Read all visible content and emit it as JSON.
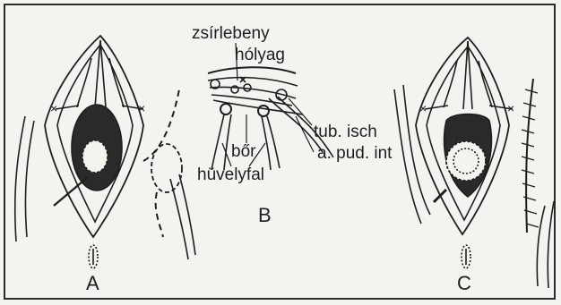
{
  "panels": {
    "a": "A",
    "b": "B",
    "c": "C"
  },
  "labels": {
    "fat_lobe": "zsírlebeny",
    "bladder": "hólyag",
    "skin": "bőr",
    "vaginal_wall": "hüvelyfal",
    "tub_isch": "tub. isch",
    "a_pud_int": "a. pud. int"
  },
  "colors": {
    "ink": "#1e1e1e",
    "paper": "#f3f3f0"
  }
}
